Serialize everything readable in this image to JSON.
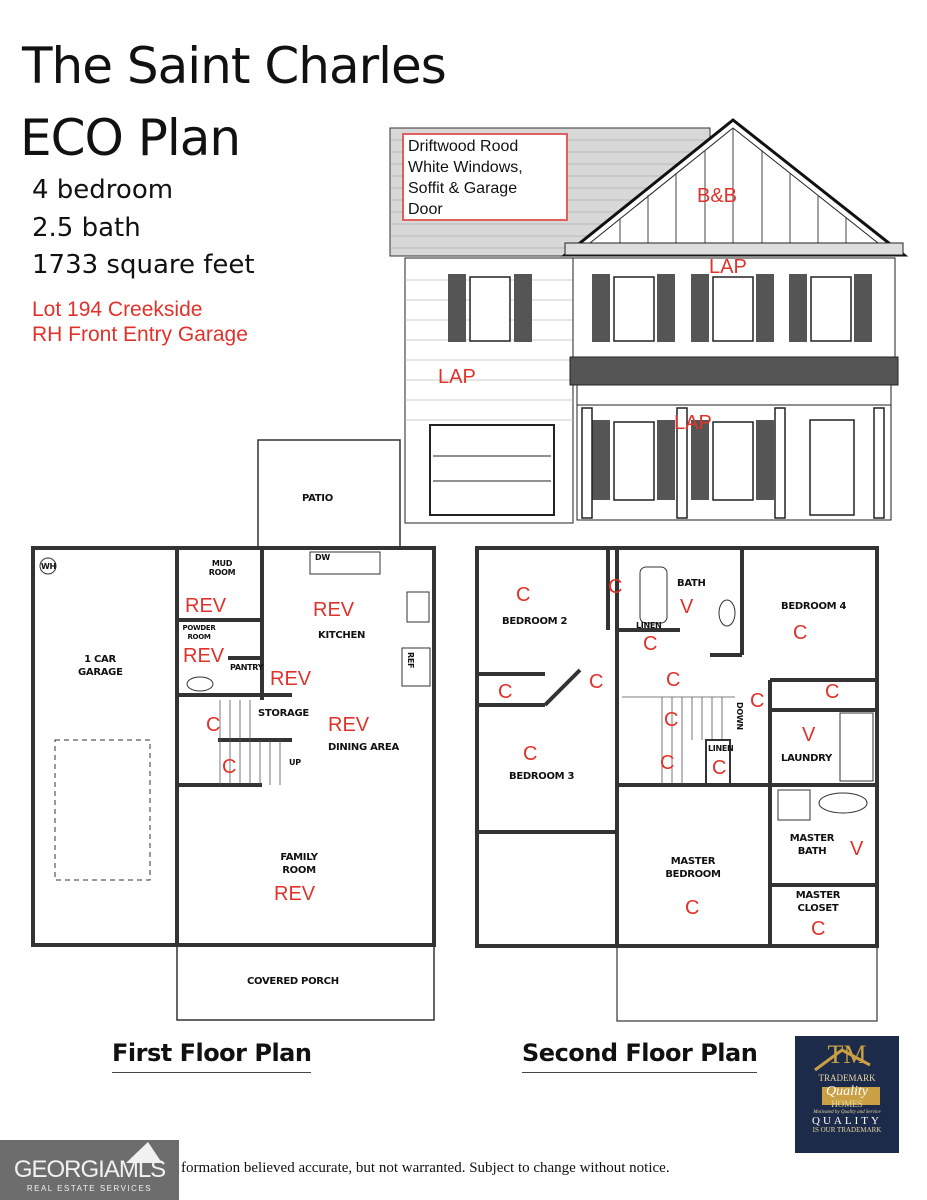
{
  "header": {
    "title_line1": "The Saint Charles",
    "title_line2": "ECO Plan",
    "bedrooms": "4 bedroom",
    "baths": "2.5 bath",
    "square_feet": "1733 square feet",
    "lot": "Lot 194 Creekside",
    "garage_note": "RH Front Entry Garage"
  },
  "elevation": {
    "color_note": [
      "Driftwood Rood",
      "White Windows,",
      "Soffit & Garage",
      "Door"
    ],
    "gable_material": "B&B",
    "upper_material": "LAP",
    "garage_side_material": "LAP",
    "porch_material": "LAP",
    "annotation_color": "#e0322b"
  },
  "first_floor": {
    "title": "First Floor Plan",
    "rooms": {
      "patio": "PATIO",
      "wh": "WH",
      "mud_room": "MUD ROOM",
      "dw": "DW",
      "kitchen": "KITCHEN",
      "garage": "1 CAR GARAGE",
      "powder_room": "POWDER ROOM",
      "pantry": "PANTRY",
      "ref": "REF",
      "storage": "STORAGE",
      "dining": "DINING AREA",
      "up": "UP",
      "family_room": "FAMILY ROOM",
      "covered_porch": "COVERED PORCH"
    },
    "finishes": {
      "mud_room": "REV",
      "kitchen": "REV",
      "powder_room": "REV",
      "pantry": "REV",
      "dining": "REV",
      "stairs_upper": "C",
      "stairs_lower": "C",
      "family_room": "REV"
    }
  },
  "second_floor": {
    "title": "Second Floor Plan",
    "rooms": {
      "bedroom2": "BEDROOM 2",
      "bath": "BATH",
      "linen1": "LINEN",
      "bedroom4": "BEDROOM 4",
      "down": "DOWN",
      "linen2": "LINEN",
      "laundry": "LAUNDRY",
      "bedroom3": "BEDROOM 3",
      "master_bath": "MASTER BATH",
      "master_bedroom": "MASTER BEDROOM",
      "master_closet": "MASTER CLOSET"
    },
    "finishes": {
      "bedroom2": "C",
      "bed2_closet": "C",
      "bath": "V",
      "linen1": "C",
      "bedroom4": "C",
      "bed3_closet": "C",
      "hall_left": "C",
      "hall": "C",
      "hall_right": "C",
      "bed4_closet": "C",
      "stairs_upper": "C",
      "stairs_lower": "C",
      "linen2": "C",
      "laundry": "V",
      "bedroom3": "C",
      "master_bath": "V",
      "master_bedroom": "C",
      "master_closet": "C"
    }
  },
  "footer": {
    "disclaimer": "formation believed accurate, but not warranted. Subject to change without notice.",
    "mls_logo": {
      "text_main": "GEORGIAMLS",
      "text_sub": "REAL ESTATE SERVICES"
    },
    "builder_logo": {
      "initials": "TM",
      "line1": "TRADEMARK",
      "line2": "Quality",
      "line3": "HOMES",
      "tagline": "Motivated by Quality and Service",
      "line4": "QUALITY",
      "line5": "IS OUR TRADEMARK"
    }
  }
}
